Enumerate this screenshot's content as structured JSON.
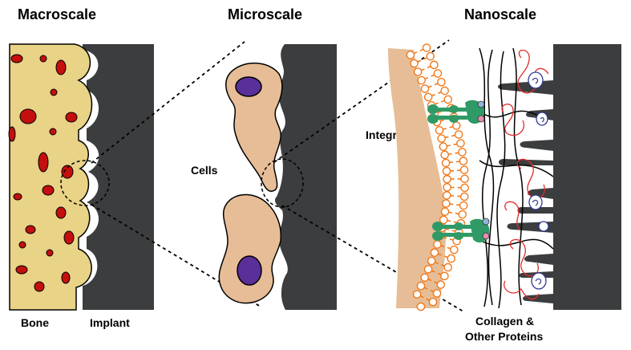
{
  "titles": {
    "macro": "Macroscale",
    "micro": "Microscale",
    "nano": "Nanoscale"
  },
  "labels": {
    "bone": "Bone",
    "implant": "Implant",
    "cells": "Cells",
    "integrins": "Integrins",
    "collagen_line1": "Collagen &",
    "collagen_line2": "Other Proteins"
  },
  "colors": {
    "bone": "#e8d386",
    "implant": "#3b3d3e",
    "bone_pores": "#c50e0e",
    "cell_body": "#e6bd96",
    "cell_nucleus": "#5a2f9a",
    "lipid_bilayer": "#f07a1c",
    "integrin": "#2f9a66",
    "collagen_red": "#e12b2b",
    "protein_blue": "#2f3a8f"
  }
}
